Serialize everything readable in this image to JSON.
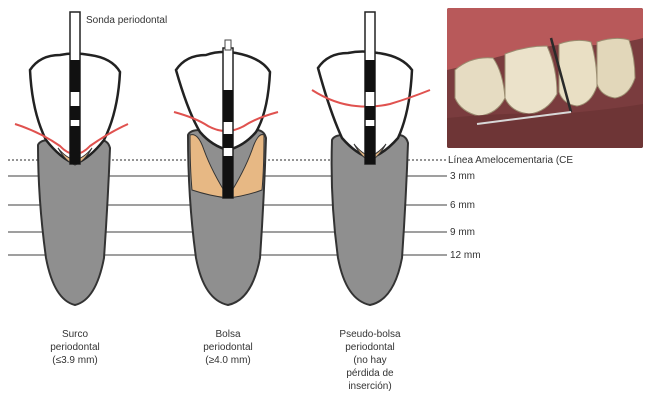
{
  "probe_label": "Sonda periodontal",
  "depth_labels": {
    "cej": "Línea Amelocementaria (CE",
    "mm3": "3 mm",
    "mm6": "6 mm",
    "mm9": "9 mm",
    "mm12": "12 mm"
  },
  "captions": {
    "tooth1": [
      "Surco",
      "periodontal",
      "(≤3.9 mm)"
    ],
    "tooth2": [
      "Bolsa",
      "periodontal",
      "(≥4.0 mm)"
    ],
    "tooth3": [
      "Pseudo-bolsa",
      "periodontal",
      "(no hay",
      "pérdida de",
      "inserción)"
    ]
  },
  "colors": {
    "root": "#8f8f8f",
    "crown": "#ffffff",
    "gingiva": "#e0524f",
    "pocket": "#e7b884",
    "probe_mark": "#111111",
    "gum_photo": "#b8595a",
    "tooth_photo": "#e6dcc2"
  }
}
